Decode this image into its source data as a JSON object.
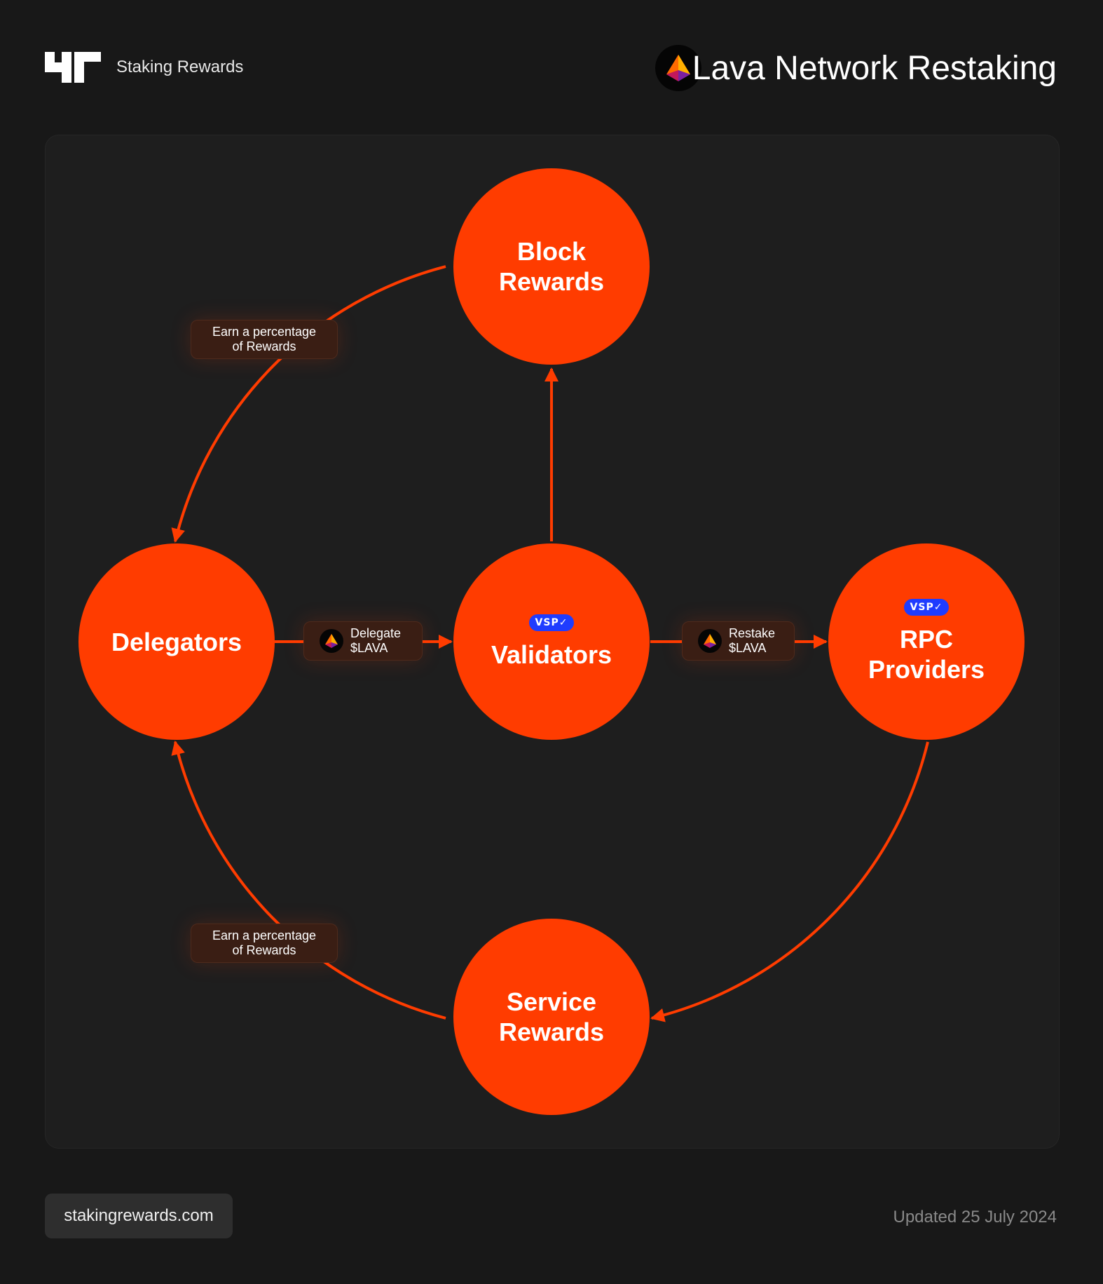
{
  "header": {
    "brand": "Staking Rewards",
    "title": "Lava Network Restaking"
  },
  "diagram": {
    "nodes": {
      "block_rewards": "Block\nRewards",
      "delegators": "Delegators",
      "validators": "Validators",
      "rpc_providers": "RPC\nProviders",
      "service_rewards": "Service\nRewards"
    },
    "badge": "VSP✓",
    "edge_labels": {
      "block_to_delegators": "Earn a percentage\nof Rewards",
      "service_to_delegators": "Earn a percentage\nof Rewards",
      "delegate": "Delegate\n$LAVA",
      "restake": "Restake\n$LAVA"
    }
  },
  "footer": {
    "website": "stakingrewards.com",
    "updated": "Updated 25 July 2024"
  },
  "colors": {
    "background": "#181818",
    "panel": "#1e1e1e",
    "accent": "#ff3c00",
    "badge": "#1f3cff"
  },
  "icons": [
    "staking-rewards-logo",
    "lava-network-logo",
    "lava-token-icon"
  ]
}
